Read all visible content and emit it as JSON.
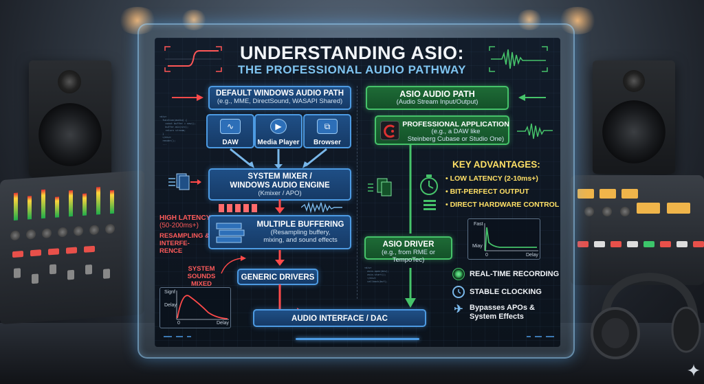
{
  "title": {
    "line1": "UNDERSTANDING ASIO:",
    "line2": "THE PROFESSIONAL AUDIO PATHWAY"
  },
  "left_path": {
    "header": "DEFAULT WINDOWS AUDIO PATH",
    "header_sub": "(e.g., MME, DirectSound, WASAPI Shared)",
    "apps": [
      {
        "label": "DAW",
        "icon": "waveform-icon"
      },
      {
        "label": "Media Player",
        "icon": "play-icon"
      },
      {
        "label": "Browser",
        "icon": "browser-icon"
      }
    ],
    "mixer": {
      "title": "SYSTEM MIXER /",
      "title2": "WINDOWS AUDIO ENGINE",
      "sub": "(Kmixer / APO)"
    },
    "buffering": {
      "title": "MULTIPLE BUFFERING",
      "sub": "(Resampling buffery,",
      "sub2": "mixing, and sound effects"
    },
    "latency_note": {
      "line1": "HIGH LATENCY",
      "line2": "(50-200ms+)"
    },
    "resampling_note": {
      "line1": "RESAMPLING &",
      "line2": "INTERFE-",
      "line3": "RENCE"
    },
    "system_sounds_note": {
      "line1": "SYSTEM",
      "line2": "SOUNDS MIXED"
    },
    "generic_drivers": "GENERIC DRIVERS",
    "audio_interface": "AUDIO INTERFACE / DAC",
    "chart": {
      "y_label": "Delay",
      "top_label": "Signf",
      "x_start": "0",
      "x_label": "Delay"
    }
  },
  "right_path": {
    "header": "ASIO AUDIO PATH",
    "header_sub": "(Audio Stream Input/Output)",
    "app": {
      "title": "PROFESSIONAL APPLICATION",
      "sub": "(e.g., a DAW like",
      "sub2": "Steinberg Cubase or Studio One)"
    },
    "advantages_title": "KEY ADVANTAGES:",
    "advantages": [
      "• LOW LATENCY (2-10ms+)",
      "• BIT-PERFECT OUTPUT",
      "• DIRECT HARDWARE CONTROL"
    ],
    "driver": {
      "title": "ASIO DRIVER",
      "sub": "(e.g., from RME or TempoTec)"
    },
    "chart": {
      "top_label": "Fast",
      "y_label": "Miay",
      "x_start": "0",
      "x_label": "Delay"
    },
    "features": [
      {
        "label": "REAL-TIME RECORDING",
        "icon": "broadcast-icon"
      },
      {
        "label": "STABLE CLOCKING",
        "icon": "clock-icon"
      },
      {
        "label": "Bypasses APOs &",
        "label2": "System Effects",
        "icon": "plane-icon"
      }
    ]
  },
  "colors": {
    "blue_accent": "#4d9be3",
    "green_accent": "#46c36a",
    "red_accent": "#ff4a4a",
    "advantage_yellow": "#ffe066",
    "title_blue": "#7fc4f0"
  }
}
